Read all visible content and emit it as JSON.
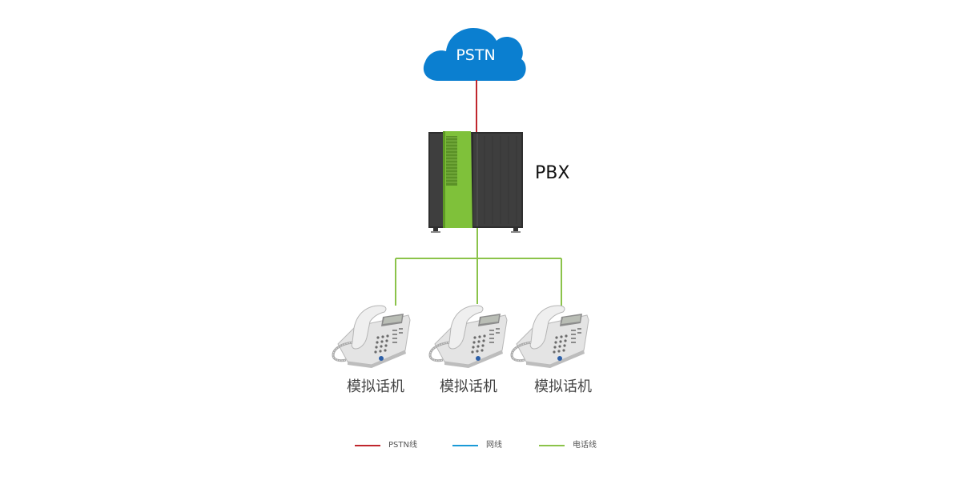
{
  "cloud": {
    "label": "PSTN",
    "color": "#0b7fd0"
  },
  "pbx": {
    "label": "PBX",
    "body_color": "#3c3c3c",
    "panel_color": "#7fc13a"
  },
  "phones": [
    {
      "label": "模拟话机"
    },
    {
      "label": "模拟话机"
    },
    {
      "label": "模拟话机"
    }
  ],
  "lines": {
    "pstn_color": "#c0262d",
    "network_color": "#1a9ad7",
    "phone_color": "#8bc34a"
  },
  "legend": [
    {
      "label": "PSTN线",
      "color": "#c0262d"
    },
    {
      "label": "网线",
      "color": "#1a9ad7"
    },
    {
      "label": "电话线",
      "color": "#8bc34a"
    }
  ]
}
